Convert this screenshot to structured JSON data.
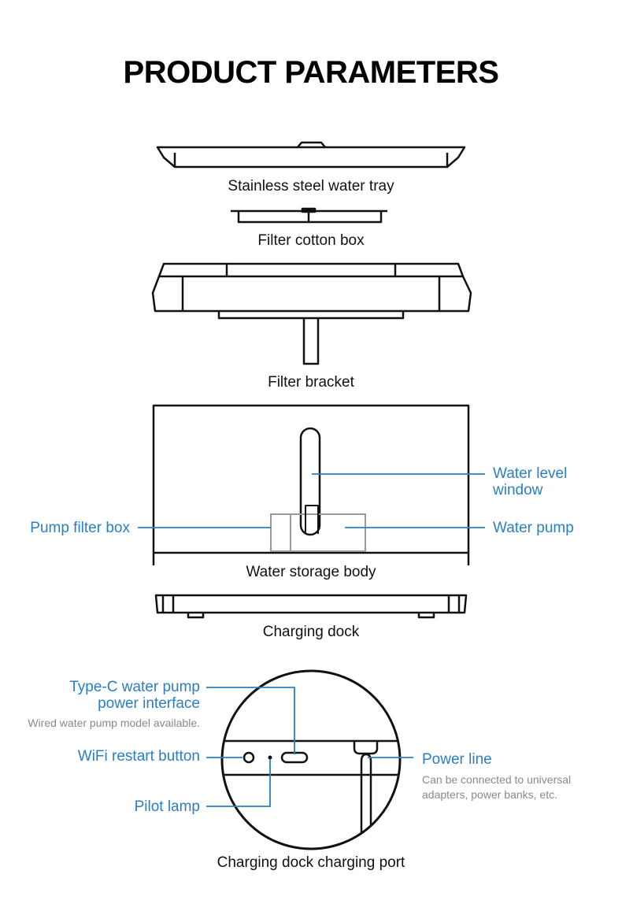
{
  "title": "PRODUCT PARAMETERS",
  "captions": {
    "tray": "Stainless steel water tray",
    "filter_box": "Filter cotton box",
    "bracket": "Filter bracket",
    "body": "Water storage body",
    "dock": "Charging dock",
    "port": "Charging dock charging port"
  },
  "labels": {
    "water_level_1": "Water level",
    "water_level_2": "window",
    "water_pump": "Water pump",
    "pump_filter_box": "Pump filter box",
    "typec_1": "Type-C water pump",
    "typec_2": "power interface",
    "typec_note": "Wired water pump model available.",
    "wifi": "WiFi restart button",
    "pilot": "Pilot lamp",
    "power_line": "Power line",
    "power_note_1": "Can be connected to universal",
    "power_note_2": "adapters, power banks, etc."
  },
  "colors": {
    "accent": "#2a7fc4",
    "line": "#111111",
    "note": "#8a8a8a"
  }
}
